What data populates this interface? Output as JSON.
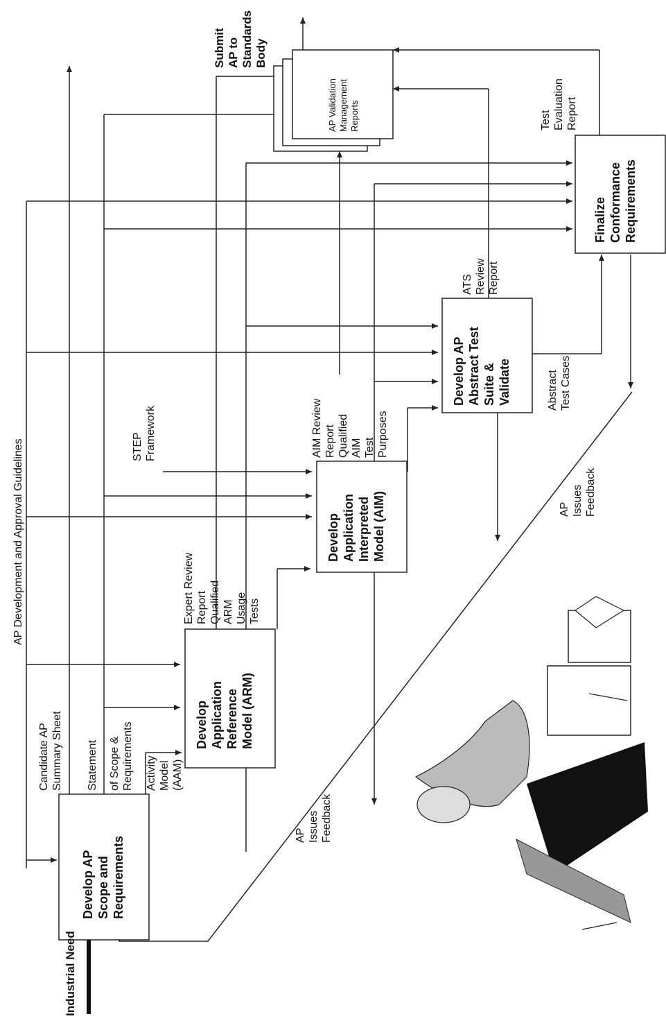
{
  "input": {
    "industrial_need": "Industrial Need"
  },
  "guidelines": {
    "label": "AP Development and Approval Guidelines"
  },
  "boxes": {
    "scope": [
      "Develop AP",
      "Scope and",
      "Requirements"
    ],
    "arm": [
      "Develop",
      "Application",
      "Reference",
      "Model (ARM)"
    ],
    "aim": [
      "Develop",
      "Application",
      "Interpreted",
      "Model (AIM)"
    ],
    "ats": [
      "Develop AP",
      "Abstract Test",
      "Suite &",
      "Validate"
    ],
    "conformance": [
      "Finalize",
      "Conformance",
      "Requirements"
    ],
    "validation": [
      "AP Validation",
      "Management",
      "Reports"
    ]
  },
  "labels": {
    "candidate_sheet": [
      "Candidate AP",
      "Summary Sheet"
    ],
    "statement": [
      "Statement"
    ],
    "scope_req": [
      "of Scope &",
      "Requirements"
    ],
    "activity_model": [
      "Activity",
      "Model",
      "(AAM)"
    ],
    "arm_outputs": [
      "Expert Review",
      "Report",
      "Qualified",
      "ARM",
      "Usage",
      "Tests"
    ],
    "step_framework": [
      "STEP",
      "Framework"
    ],
    "aim_outputs": [
      "AIM Review",
      "Report",
      "Qualified",
      "AIM",
      "Test",
      "Purposes"
    ],
    "ats_review": [
      "ATS",
      "Review",
      "Report"
    ],
    "abstract_tests": [
      "Abstract",
      "Test Cases"
    ],
    "test_eval": [
      "Test",
      "Evaluation",
      "Report"
    ],
    "submit": [
      "Submit",
      "AP to",
      "Standards",
      "Body"
    ],
    "feedback_left": [
      "AP",
      "Issues",
      "Feedback"
    ],
    "feedback_right": [
      "AP",
      "Issues",
      "Feedback"
    ]
  }
}
